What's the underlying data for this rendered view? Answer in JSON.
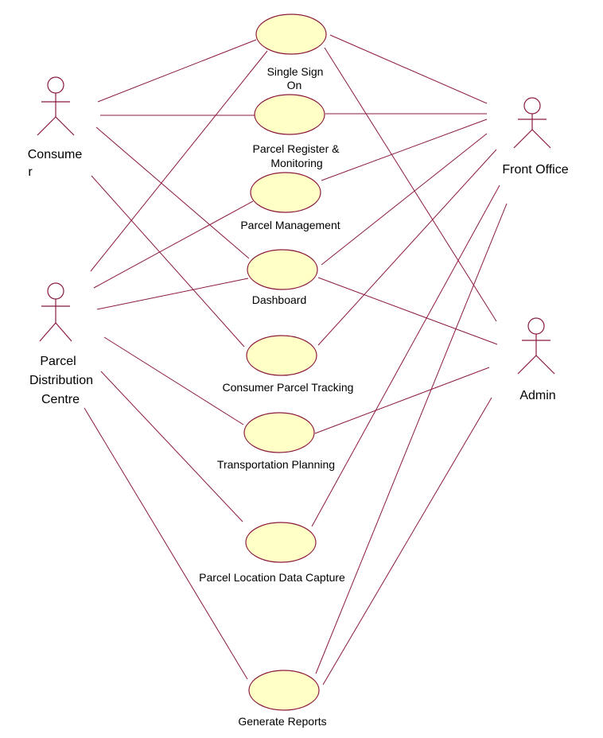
{
  "colors": {
    "line": "#8B1A3D",
    "usecase_fill": "#FFFFC6",
    "background": "#FFFFFF"
  },
  "actors": {
    "consumer": {
      "label_lines": [
        "Consume",
        "r"
      ]
    },
    "parcel_distribution_centre": {
      "label_lines": [
        "Parcel",
        "Distribution",
        "Centre"
      ]
    },
    "front_office": {
      "label_lines": [
        "Front  Office"
      ]
    },
    "admin": {
      "label_lines": [
        "Admin"
      ]
    }
  },
  "use_cases": {
    "single_sign_on": {
      "label_lines": [
        "Single  Sign",
        "On"
      ]
    },
    "parcel_register_monitoring": {
      "label_lines": [
        "Parcel Register &",
        "Monitoring"
      ]
    },
    "parcel_management": {
      "label_lines": [
        "Parcel Management"
      ]
    },
    "dashboard": {
      "label_lines": [
        "Dashboard"
      ]
    },
    "consumer_parcel_tracking": {
      "label_lines": [
        "Consumer  Parcel  Tracking"
      ]
    },
    "transportation_planning": {
      "label_lines": [
        "Transportation  Planning"
      ]
    },
    "parcel_location_data_capture": {
      "label_lines": [
        "Parcel Location  Data  Capture"
      ]
    },
    "generate_reports": {
      "label_lines": [
        "Generate Reports"
      ]
    }
  },
  "associations": [
    {
      "actor": "consumer",
      "use_case": "single_sign_on"
    },
    {
      "actor": "consumer",
      "use_case": "parcel_register_monitoring"
    },
    {
      "actor": "consumer",
      "use_case": "dashboard"
    },
    {
      "actor": "consumer",
      "use_case": "consumer_parcel_tracking"
    },
    {
      "actor": "parcel_distribution_centre",
      "use_case": "single_sign_on"
    },
    {
      "actor": "parcel_distribution_centre",
      "use_case": "parcel_management"
    },
    {
      "actor": "parcel_distribution_centre",
      "use_case": "dashboard"
    },
    {
      "actor": "parcel_distribution_centre",
      "use_case": "transportation_planning"
    },
    {
      "actor": "parcel_distribution_centre",
      "use_case": "parcel_location_data_capture"
    },
    {
      "actor": "parcel_distribution_centre",
      "use_case": "generate_reports"
    },
    {
      "actor": "front_office",
      "use_case": "single_sign_on"
    },
    {
      "actor": "front_office",
      "use_case": "parcel_register_monitoring"
    },
    {
      "actor": "front_office",
      "use_case": "parcel_management"
    },
    {
      "actor": "front_office",
      "use_case": "dashboard"
    },
    {
      "actor": "front_office",
      "use_case": "consumer_parcel_tracking"
    },
    {
      "actor": "front_office",
      "use_case": "parcel_location_data_capture"
    },
    {
      "actor": "front_office",
      "use_case": "generate_reports"
    },
    {
      "actor": "admin",
      "use_case": "single_sign_on"
    },
    {
      "actor": "admin",
      "use_case": "dashboard"
    },
    {
      "actor": "admin",
      "use_case": "transportation_planning"
    },
    {
      "actor": "admin",
      "use_case": "generate_reports"
    }
  ]
}
